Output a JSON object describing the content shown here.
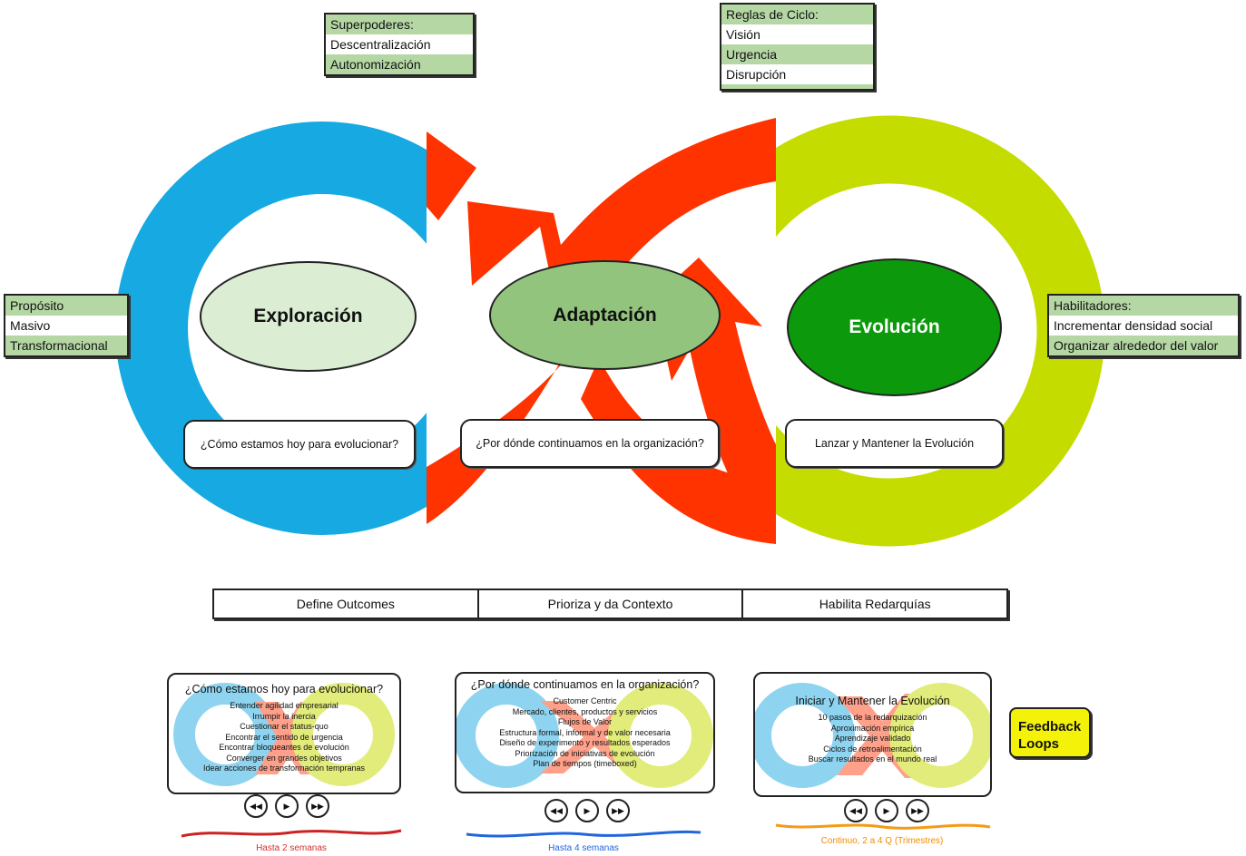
{
  "colors": {
    "blue": "#17a9e1",
    "red": "#ff3300",
    "lime": "#c4dc00",
    "light_green": "#dbeed4",
    "mid_green": "#93c47d",
    "dark_green": "#0c9a0c",
    "table_green": "#b5d7a4",
    "feedback_yellow": "#f5f20a"
  },
  "boxes": {
    "superpoderes": [
      "Superpoderes:",
      "Descentralización",
      "Autonomización"
    ],
    "reglas": [
      "Reglas de Ciclo:",
      "Visión",
      "Urgencia",
      "Disrupción"
    ],
    "proposito": [
      "Propósito",
      "Masivo",
      "Transformacional"
    ],
    "habilitadores": [
      "Habilitadores:",
      "Incrementar densidad social",
      "Organizar alrededor del valor"
    ]
  },
  "stages": {
    "exploracion": "Exploración",
    "adaptacion": "Adaptación",
    "evolucion": "Evolución"
  },
  "questions": {
    "q1": "¿Cómo estamos hoy para evolucionar?",
    "q2": "¿Por dónde continuamos en la organización?",
    "q3": "Lanzar y Mantener la Evolución"
  },
  "phases": [
    "Define Outcomes",
    "Prioriza y da Contexto",
    "Habilita Redarquías"
  ],
  "cards": [
    {
      "title": "¿Cómo estamos hoy para evolucionar?",
      "items": [
        "Entender agilidad empresarial",
        "Irrumpir la inercia",
        "Cuestionar el status-quo",
        "Encontrar el sentido de urgencia",
        "Encontrar bloqueantes de evolución",
        "Converger en grandes objetivos",
        "Idear acciones de transformación tempranas"
      ],
      "duration": "Hasta 2 semanas"
    },
    {
      "title": "¿Por dónde continuamos en la organización?",
      "items": [
        "Customer Centric",
        "Mercado, clientes, productos y servicios",
        "Flujos de Valor",
        "Estructura formal, informal y de valor necesaria",
        "Diseño de experimento y resultados esperados",
        "Priorización de iniciativas de evolución",
        "Plan de tiempos (timeboxed)"
      ],
      "duration": "Hasta 4 semanas"
    },
    {
      "title": "Iniciar y Mantener la Evolución",
      "items": [
        "10 pasos de la redarquización",
        "Aproximación empírica",
        "Aprendizaje validado",
        "Ciclos de retroalimentación",
        "Buscar resultados en el mundo real"
      ],
      "duration": "Continuo, 2 a 4 Q (Trimestres)"
    }
  ],
  "controls": {
    "rewind": "◀◀",
    "play": "▶",
    "forward": "▶▶"
  },
  "feedback": [
    "Feedback",
    "Loops"
  ]
}
